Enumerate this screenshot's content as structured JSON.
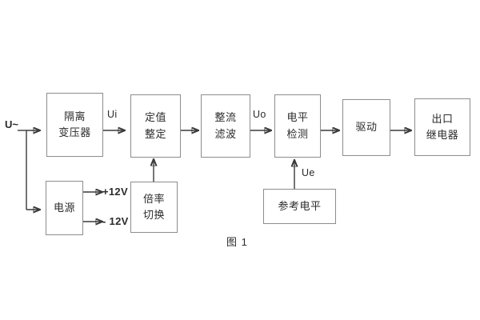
{
  "figure": {
    "caption": "图 1",
    "input_label": "U~",
    "blocks": [
      {
        "id": "isolation-transformer",
        "lines": [
          "隔离",
          "变压器"
        ]
      },
      {
        "id": "setting-value",
        "lines": [
          "定值",
          "整定"
        ]
      },
      {
        "id": "rectify-filter",
        "lines": [
          "整流",
          "滤波"
        ]
      },
      {
        "id": "level-detect",
        "lines": [
          "电平",
          "检测"
        ]
      },
      {
        "id": "drive",
        "lines": [
          "驱动"
        ]
      },
      {
        "id": "output-relay",
        "lines": [
          "出口",
          "继电器"
        ]
      },
      {
        "id": "power-supply",
        "lines": [
          "电源"
        ]
      },
      {
        "id": "multiplier-switch",
        "lines": [
          "倍率",
          "切换"
        ]
      },
      {
        "id": "reference-level",
        "lines": [
          "参考电平"
        ]
      }
    ],
    "signals": [
      {
        "id": "ui",
        "label": "Ui"
      },
      {
        "id": "uo",
        "label": "Uo"
      },
      {
        "id": "ue",
        "label": "Ue"
      }
    ],
    "rails": [
      {
        "id": "rail-positive",
        "label": "+12V"
      },
      {
        "id": "rail-negative",
        "label": "- 12V"
      }
    ],
    "colors": {
      "block_border": "#8d8d8d",
      "wire": "#3a3a3a",
      "text": "#2b2b2b",
      "background": "#ffffff"
    }
  }
}
